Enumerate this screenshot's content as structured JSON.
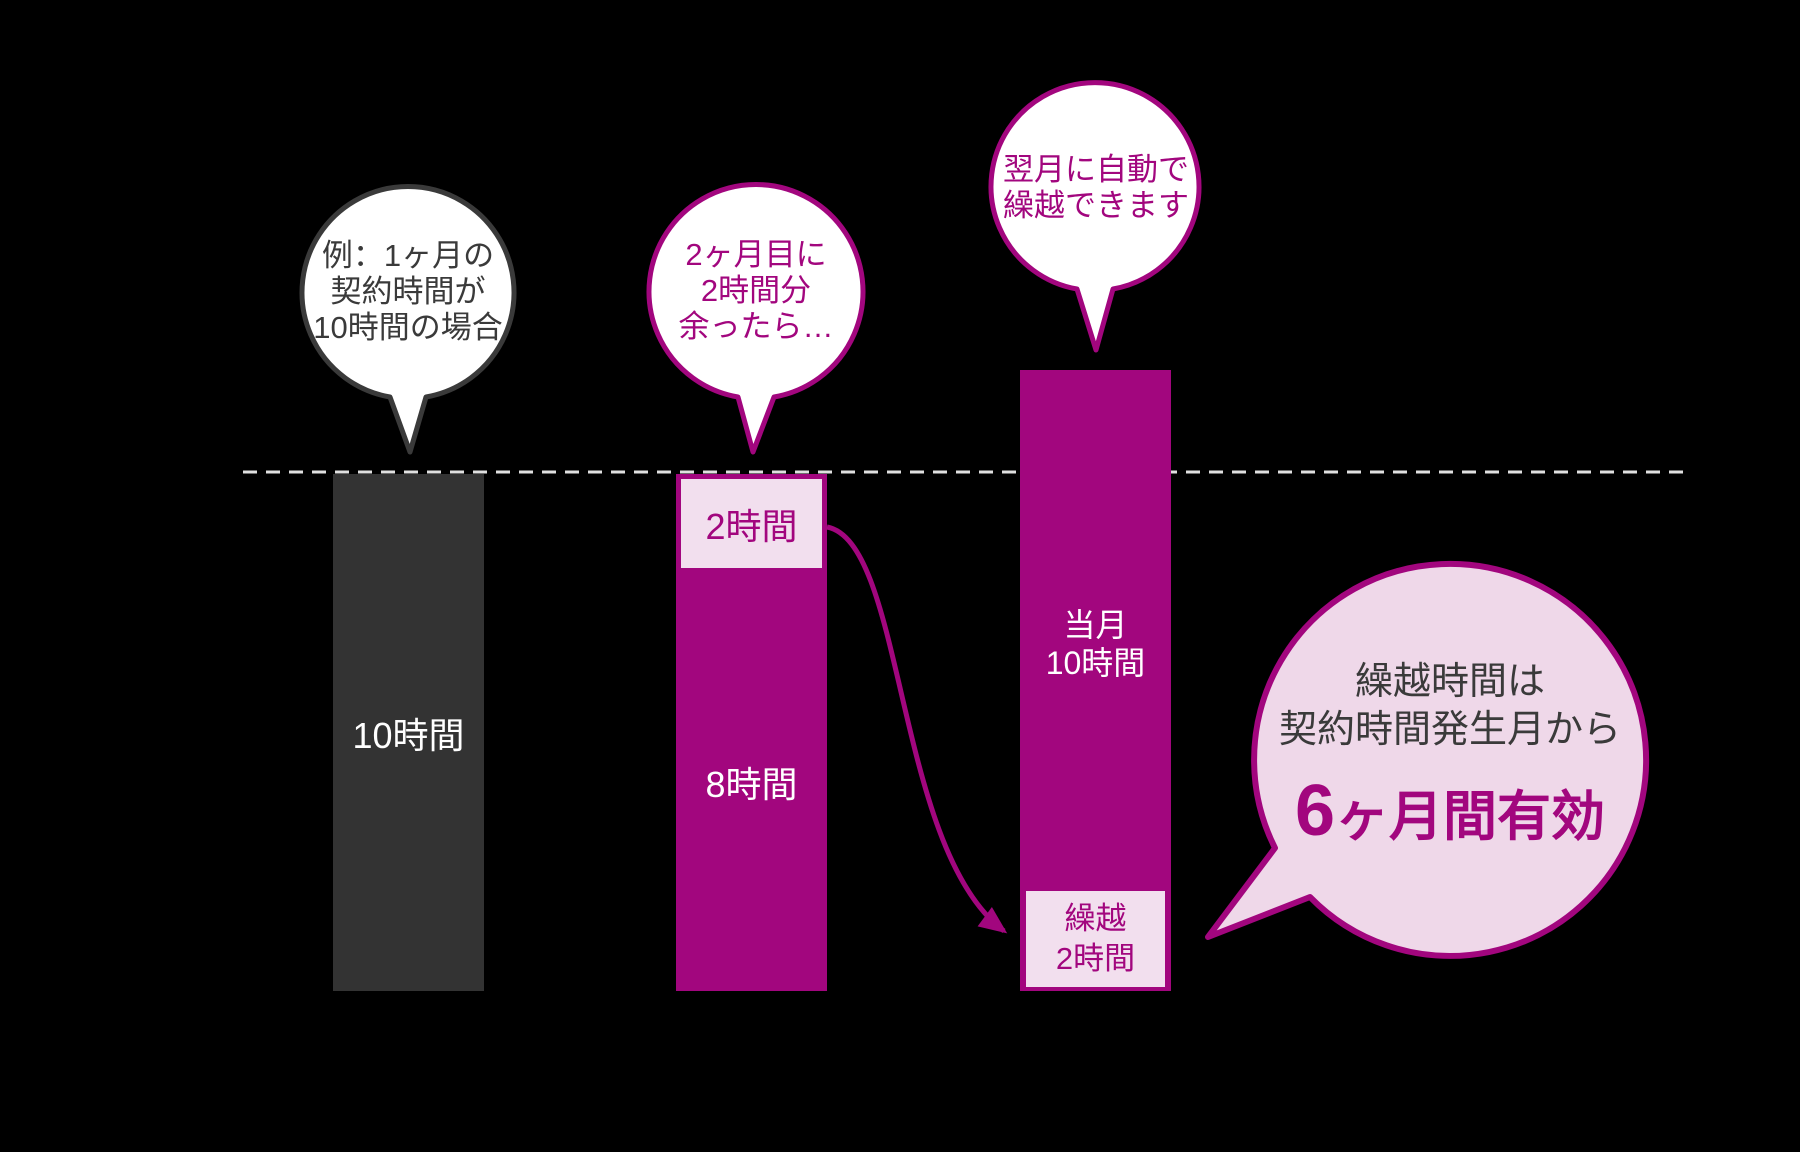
{
  "colors": {
    "background": "#000000",
    "magenta": "#A2067E",
    "pink_light": "#F2DFEE",
    "bubble_pink": "#EFD8E9",
    "bar_gray": "#333333",
    "text_dark": "#3A3A3A",
    "text_white": "#FFFFFF",
    "dashed_line": "#E0E0E0"
  },
  "bubble_example": {
    "line1": "例：1ヶ月の",
    "line2": "契約時間が",
    "line3": "10時間の場合"
  },
  "bubble_surplus": {
    "line1": "2ヶ月目に",
    "line2": "2時間分",
    "line3": "余ったら…"
  },
  "bubble_auto": {
    "line1": "翌月に自動で",
    "line2": "繰越できます"
  },
  "bar1": {
    "label": "10時間"
  },
  "bar2": {
    "surplus_label": "2時間",
    "used_label": "8時間"
  },
  "bar3": {
    "current_line1": "当月",
    "current_line2": "10時間",
    "carry_line1": "繰越",
    "carry_line2": "2時間"
  },
  "validity_bubble": {
    "line1": "繰越時間は",
    "line2": "契約時間発生月から",
    "big_number": "6",
    "big_rest": "ヶ月間有効"
  },
  "chart_data": {
    "type": "bar",
    "unit": "時間",
    "baseline_hours": 10,
    "bars": [
      {
        "segments": [
          {
            "label": "10時間",
            "hours": 10
          }
        ]
      },
      {
        "segments": [
          {
            "label": "8時間",
            "hours": 8
          },
          {
            "label": "2時間",
            "hours": 2
          }
        ]
      },
      {
        "segments": [
          {
            "label": "繰越 2時間",
            "hours": 2
          },
          {
            "label": "当月 10時間",
            "hours": 10
          }
        ]
      }
    ]
  }
}
